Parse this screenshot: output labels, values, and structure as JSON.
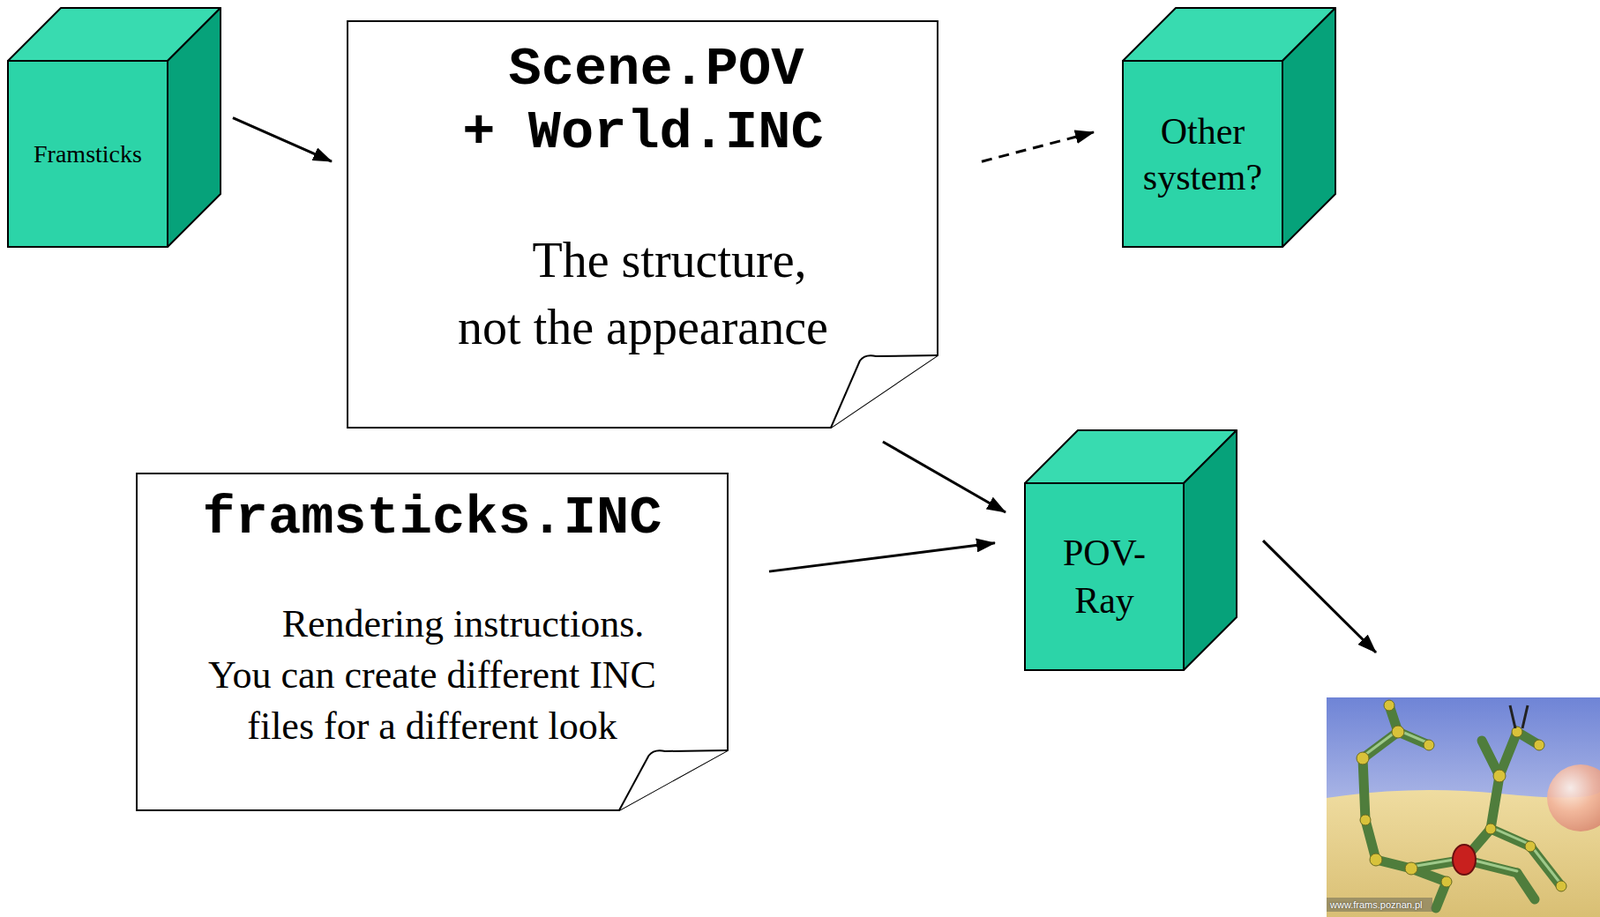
{
  "diagram": {
    "nodes": [
      {
        "text": [
          "Framsticks"
        ]
      },
      {
        "text": [
          "Scene.POV + World.INC",
          "The structure, not the appearance"
        ]
      },
      {
        "text": [
          "Other system?"
        ]
      },
      {
        "text": [
          "framsticks.INC",
          "Rendering instructions. You can create different INC files for a different look"
        ]
      },
      {
        "text": [
          "POV-Ray"
        ]
      }
    ],
    "edges": [
      {
        "from": 0,
        "to": 1,
        "arrow": "to"
      },
      {
        "from": 1,
        "to": 2,
        "arrow": "to"
      },
      {
        "from": 1,
        "to": 4,
        "arrow": "to"
      },
      {
        "from": 3,
        "to": 4,
        "arrow": "to"
      }
    ],
    "labels": [
      "www.frams.poznan.pl"
    ]
  }
}
